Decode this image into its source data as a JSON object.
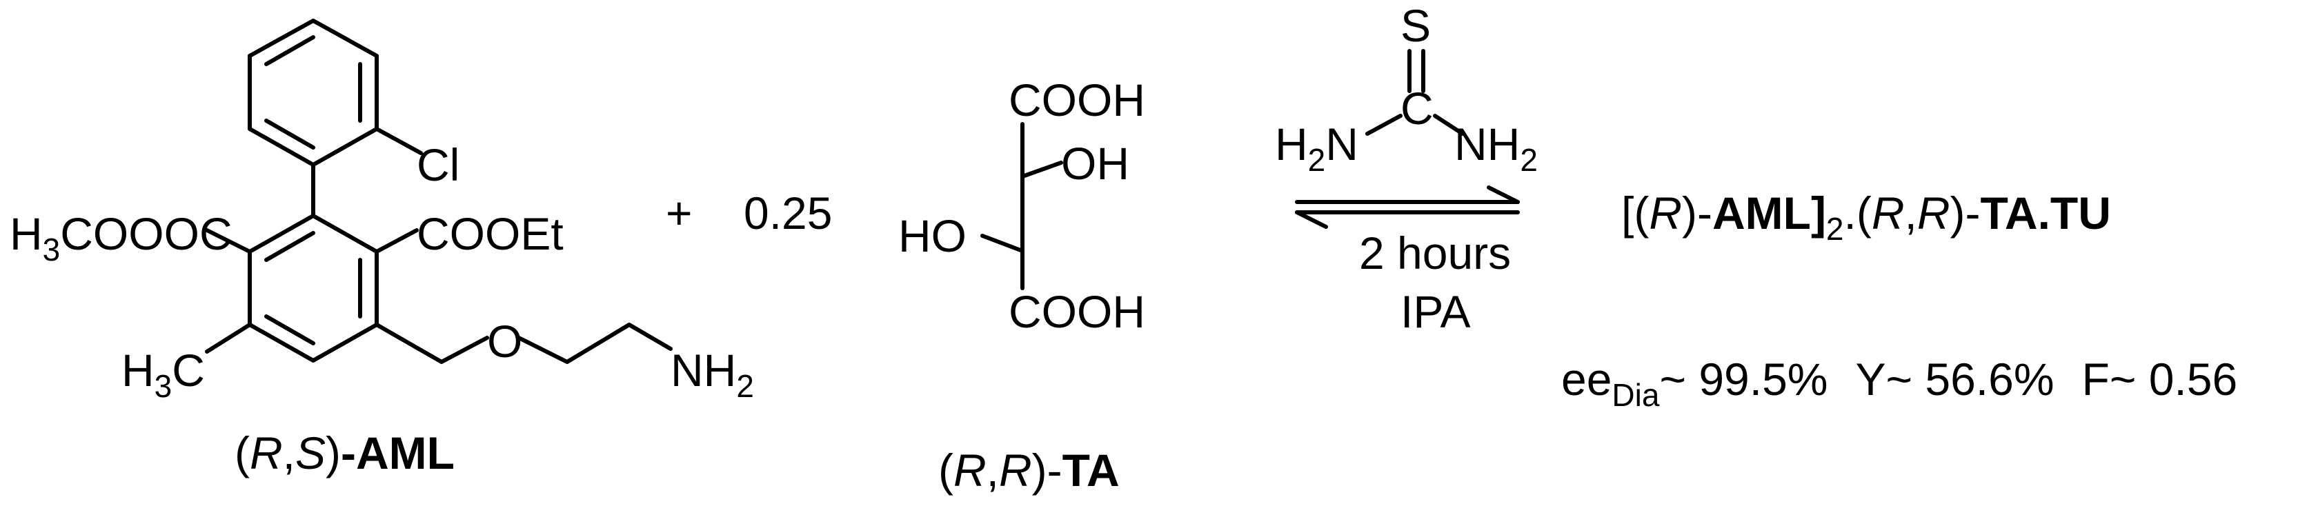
{
  "aml": {
    "cl": "Cl",
    "ester_left_pre": "H",
    "ester_left_sub": "3",
    "ester_left_post": "COOOC",
    "ester_right": "COOEt",
    "methyl_pre": "H",
    "methyl_sub": "3",
    "methyl_post": "C",
    "ether_o": "O",
    "amine_pre": "NH",
    "amine_sub": "2",
    "caption_open": "(",
    "caption_r": "R",
    "caption_comma": ",",
    "caption_s": "S",
    "caption_close": ")",
    "caption_name": "-AML"
  },
  "plus": "+",
  "stoich": "0.25",
  "ta": {
    "cooh_top": "COOH",
    "oh_right": "OH",
    "ho_left": "HO",
    "cooh_bottom": "COOH",
    "caption_open": "(",
    "caption_r1": "R",
    "caption_comma": ",",
    "caption_r2": "R",
    "caption_close": ")-",
    "caption_name": "TA"
  },
  "thiourea": {
    "s": "S",
    "c": "C",
    "left_pre": "H",
    "left_sub": "2",
    "left_post": "N",
    "right_pre": "NH",
    "right_sub": "2"
  },
  "conditions": {
    "time": "2 hours",
    "solvent": "IPA"
  },
  "product": {
    "p1": "[(",
    "r1": "R",
    "p2": ")-",
    "aml": "AML",
    "p3": "]",
    "sub": "2",
    "p4": ".(",
    "r2": "R",
    "comma": ",",
    "r3": "R",
    "p5": ")-",
    "name": "TA.TU"
  },
  "results": {
    "ee_label": "ee",
    "ee_sub": "Dia",
    "ee_value": "~ 99.5%",
    "yield": "Y~ 56.6%",
    "f": "F~ 0.56"
  }
}
